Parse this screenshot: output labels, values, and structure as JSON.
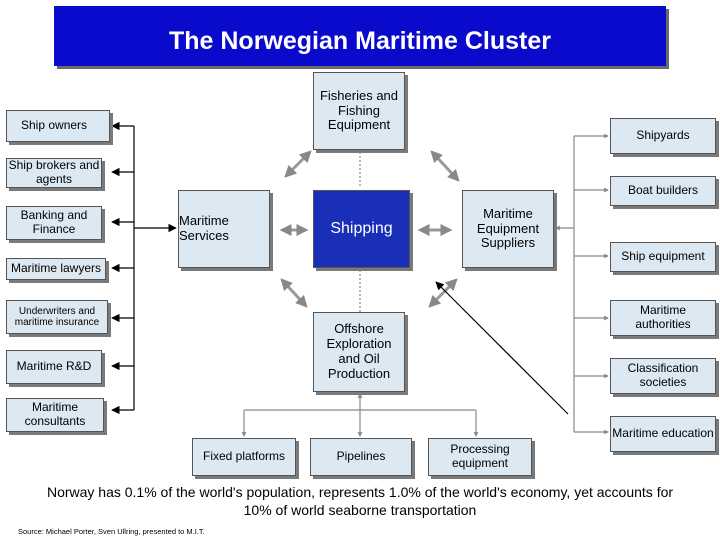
{
  "title": "The Norwegian Maritime Cluster",
  "left_group": [
    "Ship owners",
    "Ship brokers and agents",
    "Banking and Finance",
    "Maritime lawyers",
    "Underwriters and maritime insurance",
    "Maritime R&D",
    "Maritime consultants"
  ],
  "center": {
    "top": "Fisheries and Fishing Equipment",
    "services": "Maritime Services",
    "shipping": "Shipping",
    "suppliers": "Maritime Equipment Suppliers",
    "offshore": "Offshore Exploration and Oil Production"
  },
  "bottom_group": [
    "Fixed platforms",
    "Pipelines",
    "Processing equipment"
  ],
  "right_group": [
    "Shipyards",
    "Boat builders",
    "Ship equipment",
    "Maritime authorities",
    "Classification societies",
    "Maritime education"
  ],
  "footnote": "Norway has 0.1% of the world's population, represents 1.0% of the world's economy, yet accounts for 10% of world seaborne transportation",
  "source": "Source: Michael Porter, Sven Ullring, presented to M.I.T.",
  "colors": {
    "title_bg": "#0a0acd",
    "box_bg": "#dce9f3",
    "shipping_bg": "#1a2fb8"
  }
}
